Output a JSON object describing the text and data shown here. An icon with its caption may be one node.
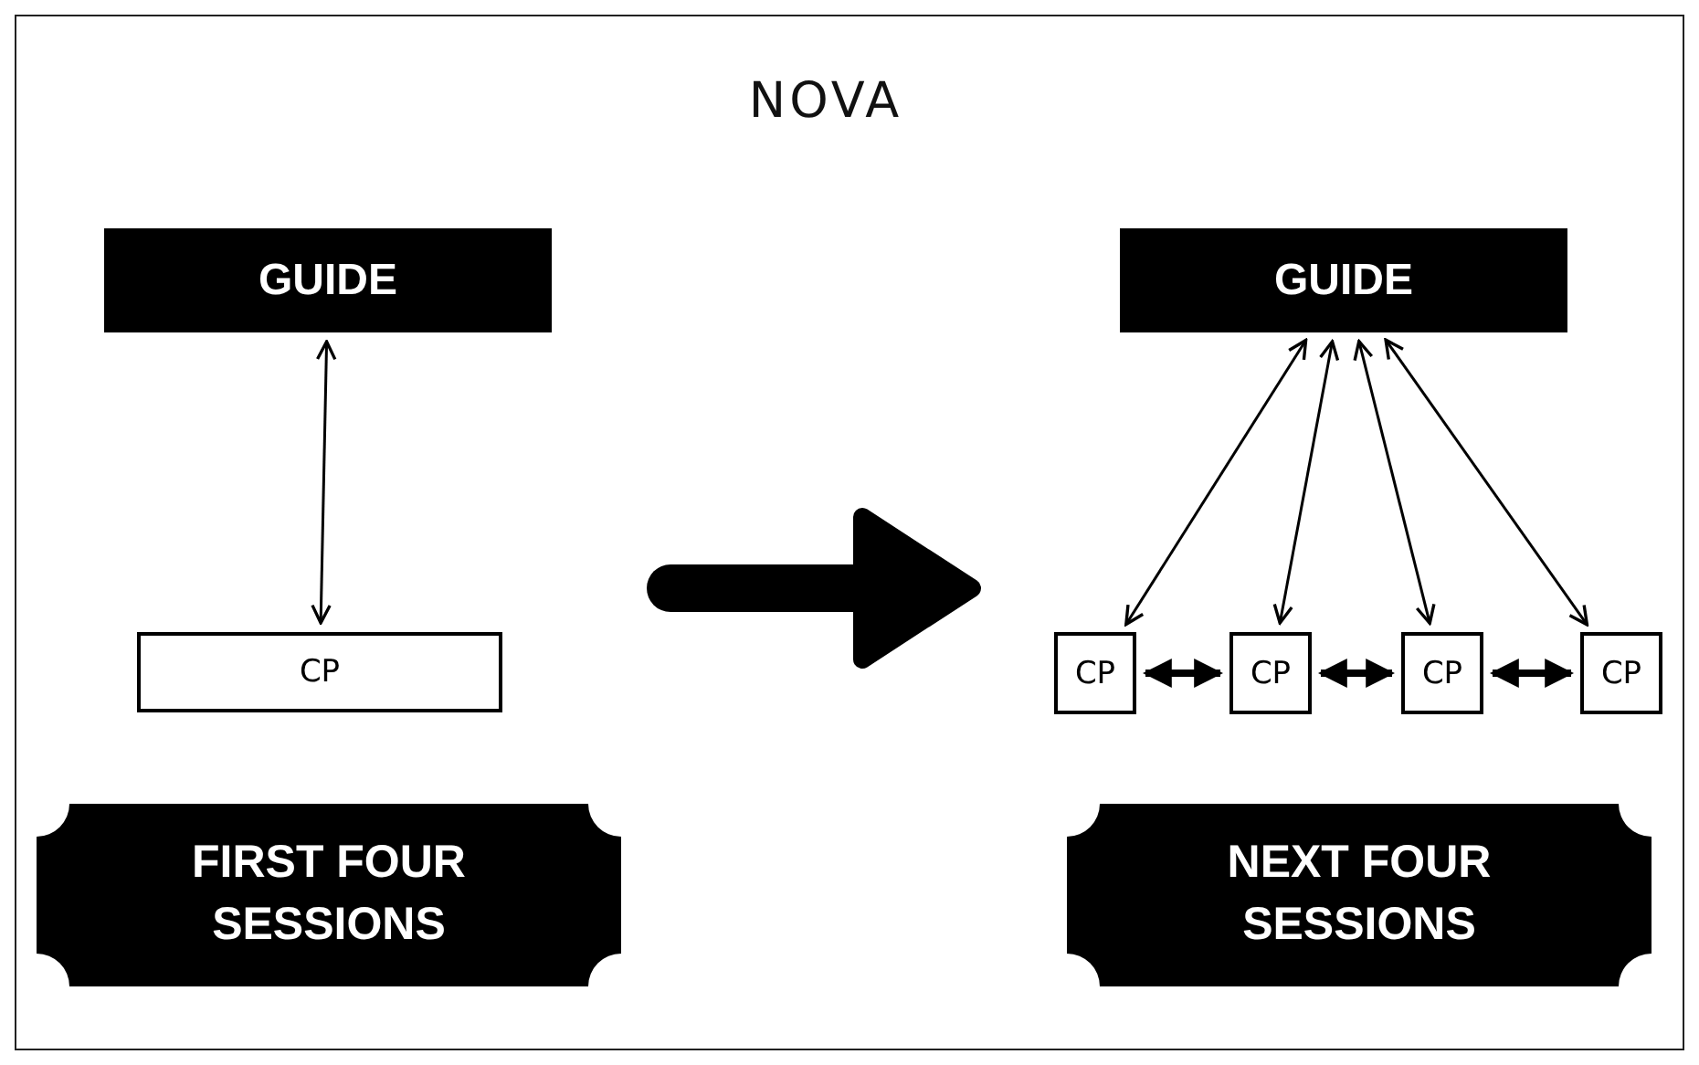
{
  "diagram": {
    "title": "NOVA",
    "nodes": [
      {
        "text": [
          "GUIDE"
        ]
      },
      {
        "text": [
          "CP"
        ]
      },
      {
        "text": [
          "GUIDE"
        ]
      },
      {
        "text": [
          "CP"
        ]
      },
      {
        "text": [
          "CP"
        ]
      },
      {
        "text": [
          "CP"
        ]
      },
      {
        "text": [
          "CP"
        ]
      },
      {
        "text": [
          "FIRST FOUR SESSIONS"
        ]
      },
      {
        "text": [
          "NEXT FOUR SESSIONS"
        ]
      }
    ],
    "edges": [
      {
        "from": 0,
        "to": 1,
        "arrow": "both"
      },
      {
        "from": 2,
        "to": 3,
        "arrow": "both"
      },
      {
        "from": 2,
        "to": 4,
        "arrow": "both"
      },
      {
        "from": 2,
        "to": 5,
        "arrow": "both"
      },
      {
        "from": 2,
        "to": 6,
        "arrow": "both"
      },
      {
        "from": 3,
        "to": 4,
        "arrow": "both",
        "style": "thick"
      },
      {
        "from": 4,
        "to": 5,
        "arrow": "both",
        "style": "thick"
      },
      {
        "from": 5,
        "to": 6,
        "arrow": "both",
        "style": "thick"
      }
    ]
  }
}
